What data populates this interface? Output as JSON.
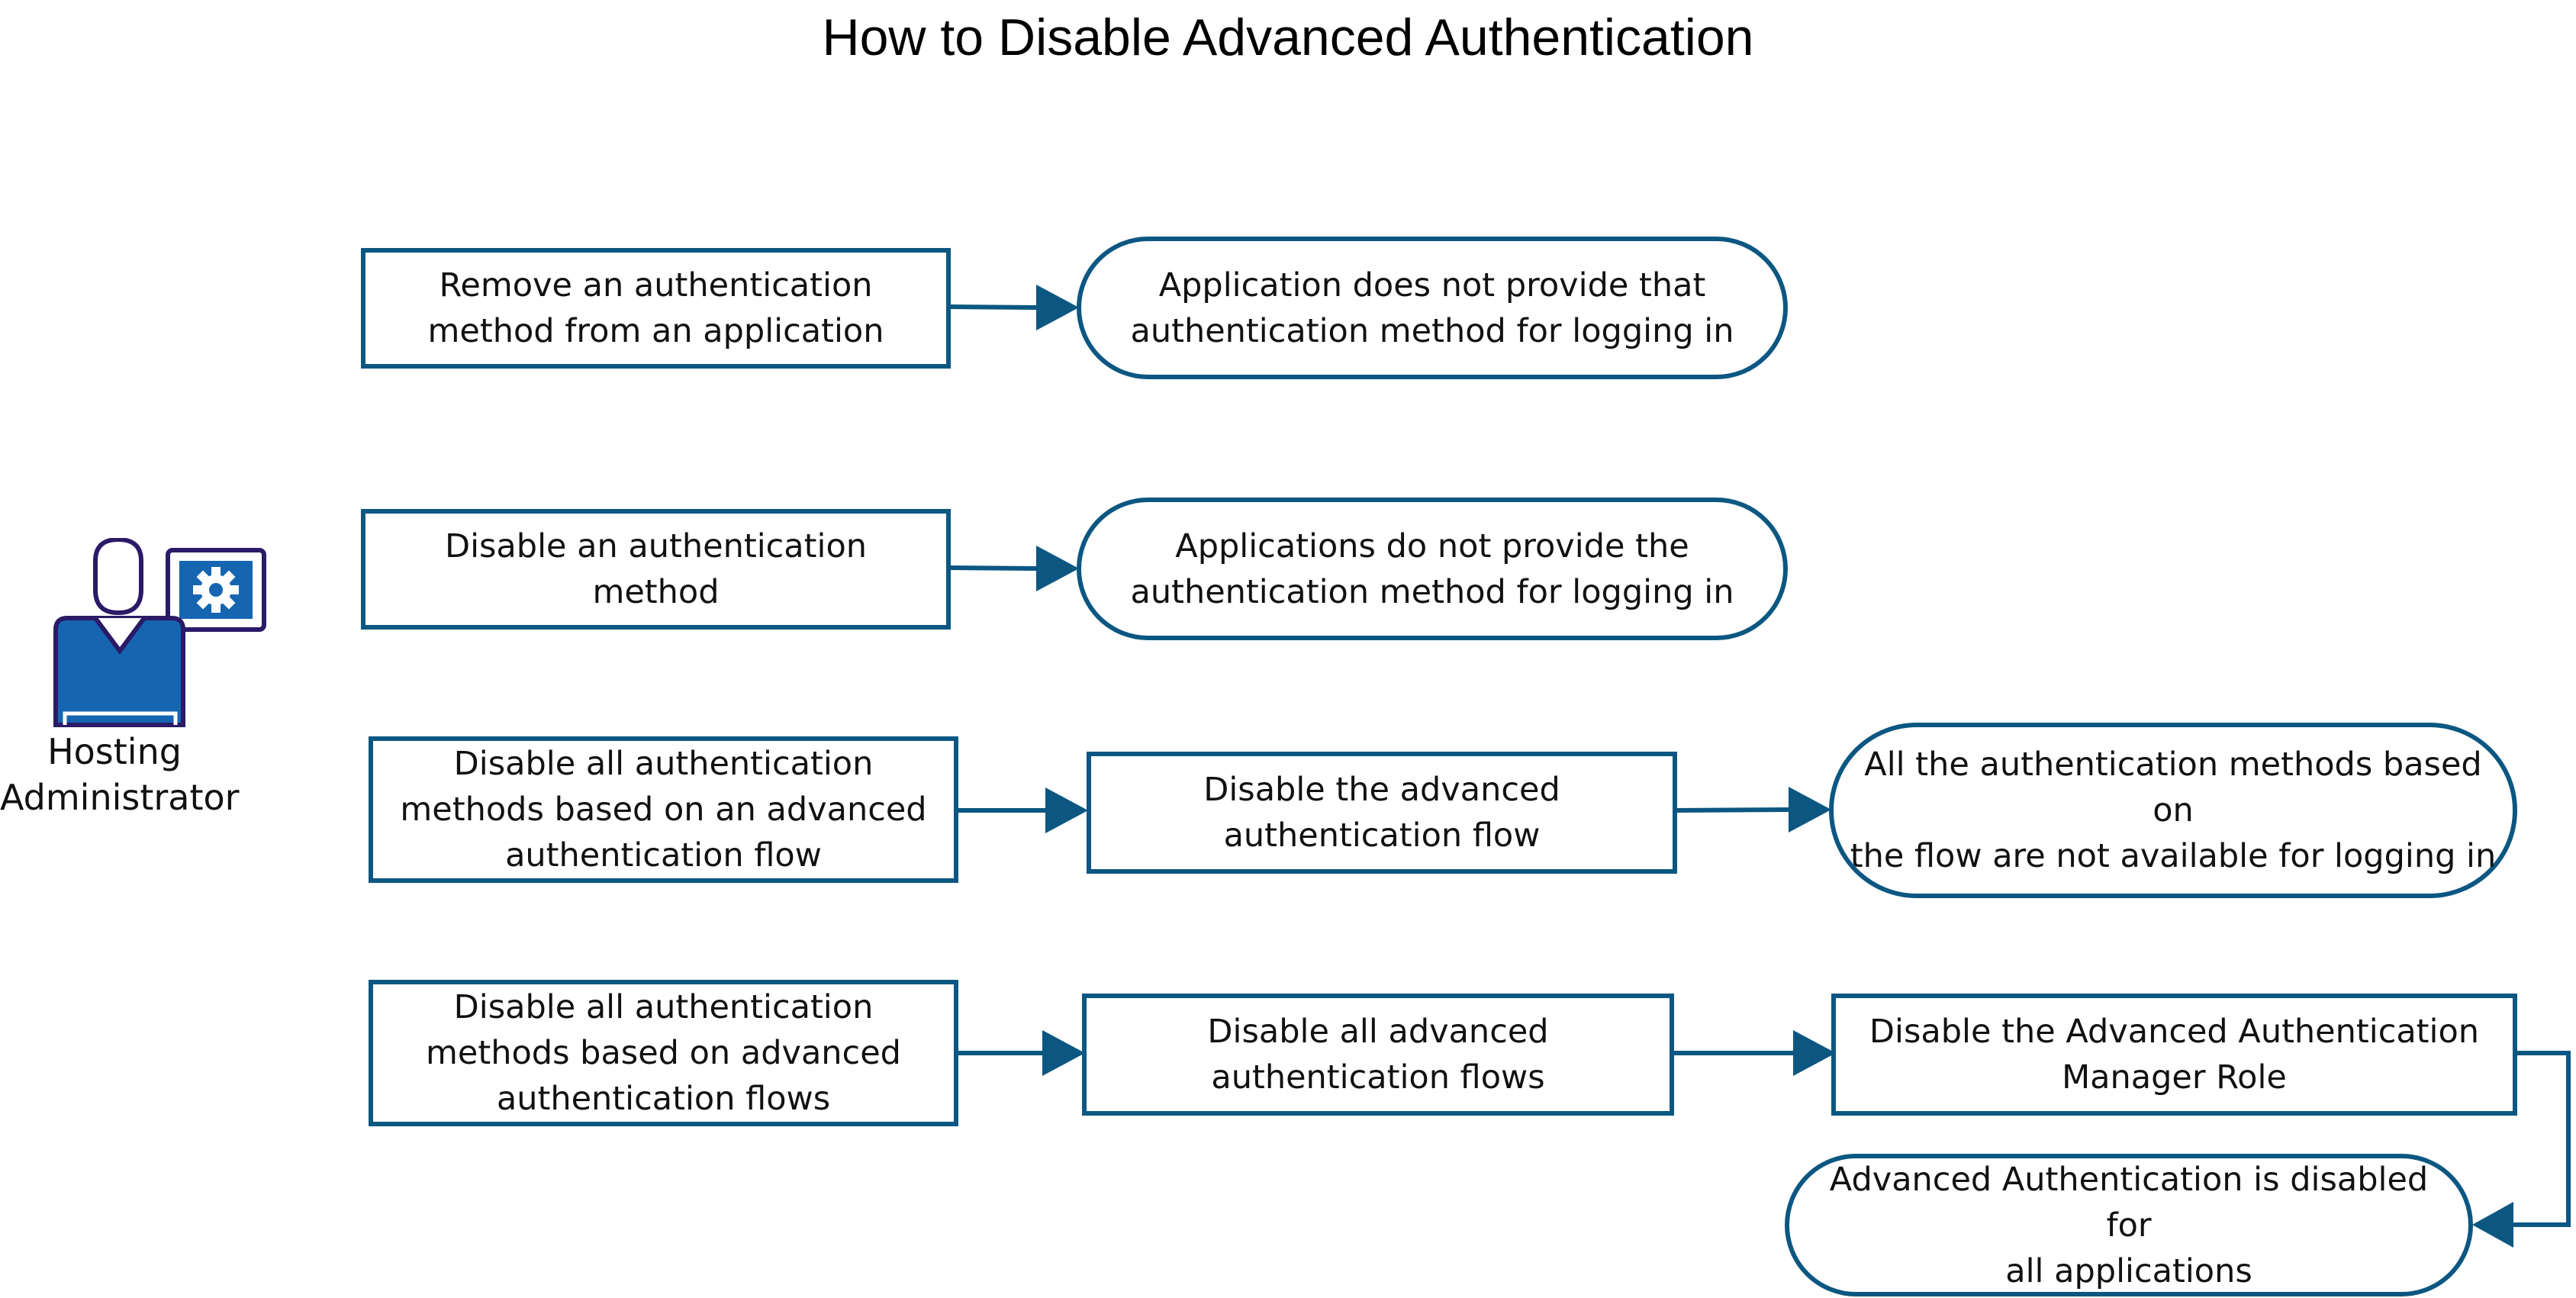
{
  "title": "How to Disable Advanced Authentication",
  "actor": {
    "label": "Hosting\nAdministrator",
    "icon": "admin-user-gear-icon"
  },
  "colors": {
    "stroke": "#0c5782",
    "icon_outline": "#2b1a66",
    "icon_fill": "#1565b0"
  },
  "rows": [
    {
      "steps": [
        {
          "text": "Remove an authentication\nmethod from an application",
          "shape": "process"
        },
        {
          "text": "Application does not provide that\nauthentication method for logging in",
          "shape": "terminal"
        }
      ]
    },
    {
      "steps": [
        {
          "text": "Disable an authentication method",
          "shape": "process"
        },
        {
          "text": "Applications do not provide the\nauthentication method for logging in",
          "shape": "terminal"
        }
      ]
    },
    {
      "steps": [
        {
          "text": "Disable all authentication\nmethods based on an advanced\nauthentication flow",
          "shape": "process"
        },
        {
          "text": "Disable the advanced\nauthentication flow",
          "shape": "process"
        },
        {
          "text": "All the authentication methods based on\nthe flow are not available for logging in",
          "shape": "terminal"
        }
      ]
    },
    {
      "steps": [
        {
          "text": "Disable all authentication\nmethods based on advanced\nauthentication flows",
          "shape": "process"
        },
        {
          "text": "Disable all advanced\nauthentication flows",
          "shape": "process"
        },
        {
          "text": "Disable the Advanced Authentication\nManager Role",
          "shape": "process"
        },
        {
          "text": "Advanced Authentication is disabled for\nall applications",
          "shape": "terminal"
        }
      ]
    }
  ]
}
